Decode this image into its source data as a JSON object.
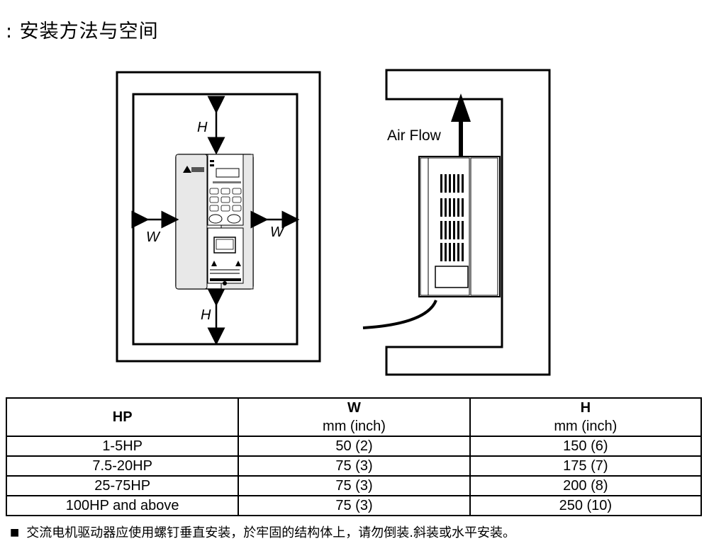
{
  "title": ": 安装方法与空间",
  "figure_left": {
    "label_h_top": "H",
    "label_h_bottom": "H",
    "label_w_left": "W",
    "label_w_right": "W"
  },
  "figure_right": {
    "airflow_label": "Air Flow"
  },
  "table": {
    "headers": {
      "hp": "HP",
      "w": "W",
      "w_unit": "mm (inch)",
      "h": "H",
      "h_unit": "mm (inch)"
    },
    "rows": [
      {
        "hp": "1-5HP",
        "w": "50 (2)",
        "h": "150 (6)"
      },
      {
        "hp": "7.5-20HP",
        "w": "75 (3)",
        "h": "175 (7)"
      },
      {
        "hp": "25-75HP",
        "w": "75 (3)",
        "h": "200 (8)"
      },
      {
        "hp": "100HP and above",
        "w": "75 (3)",
        "h": "250 (10)"
      }
    ]
  },
  "note": {
    "bullet": "■",
    "text": "交流电机驱动器应使用螺钉垂直安装，於牢固的结构体上，请勿倒装.斜装或水平安装。"
  }
}
